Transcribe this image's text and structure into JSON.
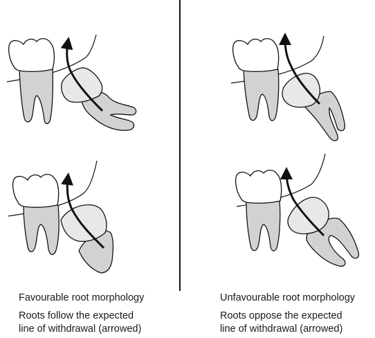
{
  "panels": {
    "left": {
      "title": "Favourable root morphology",
      "description_line1": "Roots follow the expected",
      "description_line2": "line of withdrawal (arrowed)"
    },
    "right": {
      "title": "Unfavourable root morphology",
      "description_line1": "Roots oppose the expected",
      "description_line2": "line of withdrawal (arrowed)"
    }
  },
  "colors": {
    "crown_fill": "#ffffff",
    "root_fill": "#d2d2d2",
    "impacted_crown_fill": "#e8e8e8",
    "outline": "#111111",
    "arrow": "#111111"
  }
}
